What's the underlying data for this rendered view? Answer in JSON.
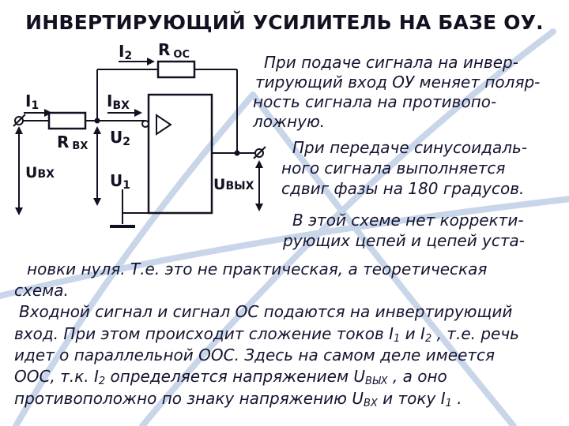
{
  "title": "ИНВЕРТИРУЮЩИЙ УСИЛИТЕЛЬ НА БАЗЕ ОУ.",
  "circuit": {
    "i2_main": "I",
    "i2_sub": "2",
    "roc_main": "R",
    "roc_sub": "ОС",
    "i1_main": "I",
    "i1_sub": "1",
    "ibx_main": "I",
    "ibx_sub": "ВХ",
    "rbx_main": "R",
    "rbx_sub": "ВХ",
    "u2_main": "U",
    "u2_sub": "2",
    "ubx_main": "U",
    "ubx_sub": "ВХ",
    "u1_main": "U",
    "u1_sub": "1",
    "ubyx_main": "U",
    "ubyx_sub": "ВЫХ"
  },
  "right_text": {
    "lines": [
      "При подаче сигнала на инвер-",
      "тирующий вход ОУ меняет поляр-",
      "ность сигнала на противопо-",
      "ложную.",
      "При передаче синусоидаль-",
      "ного сигнала выполняется",
      "сдвиг фазы на 180 градусов.",
      "В этой схеме нет корректи-",
      "рующих цепей и цепей уста-"
    ]
  },
  "bottom_text": {
    "line1": "новки нуля. Т.е. это не практическая, а теоретическая",
    "line2": "схема.",
    "line3": "Входной сигнал и сигнал ОС подаются на инвертирующий",
    "line4_a": "вход. При этом происходит сложение токов ",
    "line4_i": "I",
    "line4_s1": "1",
    "line4_b": " и ",
    "line4_s2": "2",
    "line4_c": " , т.е. речь",
    "line5": "идет о параллельной ООС. Здесь на самом деле имеется",
    "line6_a": "ООС, т.к. ",
    "line6_s": "2",
    "line6_b": " определяется напряжением U",
    "line6_sub": "ВЫХ",
    "line6_c": " , а оно",
    "line7_a": "противоположно по знаку напряжению U",
    "line7_sub": "ВХ",
    "line7_b": " и току ",
    "line7_s": "1",
    "line7_c": " ."
  }
}
